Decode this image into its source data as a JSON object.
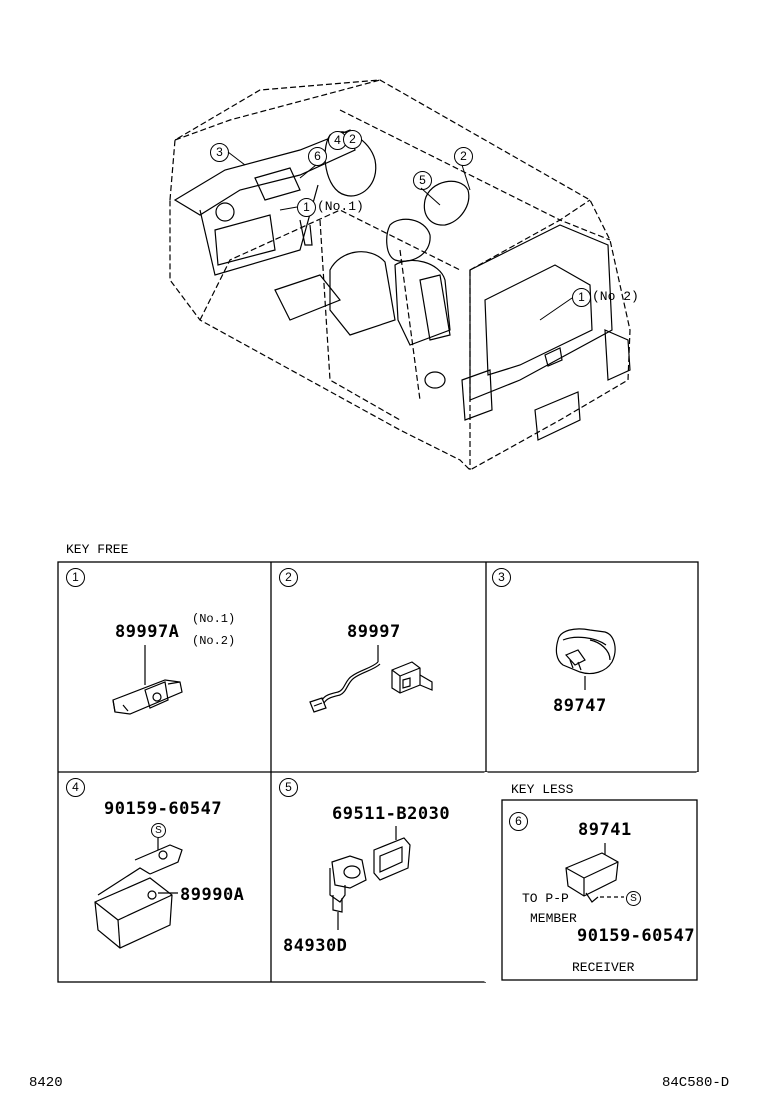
{
  "header": {
    "key_free_label": "KEY FREE",
    "key_less_label": "KEY LESS"
  },
  "vehicle": {
    "callouts": [
      {
        "num": "3"
      },
      {
        "num": "6"
      },
      {
        "num": "4"
      },
      {
        "num": "2"
      },
      {
        "num": "1",
        "note": "(No.1)"
      },
      {
        "num": "5"
      },
      {
        "num": "2"
      },
      {
        "num": "1",
        "note": "(No 2)"
      }
    ]
  },
  "cells": [
    {
      "num": "1",
      "part": "89997A",
      "notes": [
        "(No.1)",
        "(No.2)"
      ]
    },
    {
      "num": "2",
      "part": "89997"
    },
    {
      "num": "3",
      "part": "89747"
    },
    {
      "num": "4",
      "part_top": "90159-60547",
      "part_side": "89990A",
      "screw_symbol": "S"
    },
    {
      "num": "5",
      "part_top": "69511-B2030",
      "part_bottom": "84930D"
    },
    {
      "num": "6",
      "part_top": "89741",
      "to_label": "TO P-P",
      "member_label": "MEMBER",
      "part_bottom": "90159-60547",
      "screw_symbol": "S",
      "receiver_label": "RECEIVER"
    }
  ],
  "footer": {
    "left_code": "8420",
    "right_code": "84C580-D"
  }
}
